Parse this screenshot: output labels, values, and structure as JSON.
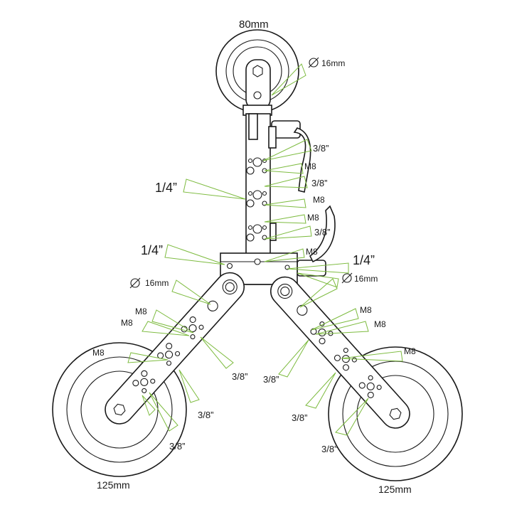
{
  "diagram": {
    "accent_color": "#7dbb3f",
    "line_color": "#1a1a1a",
    "top_wheel": {
      "size_label": "80mm",
      "bore_label": "16mm"
    },
    "left_wheel": {
      "size_label": "125mm"
    },
    "right_wheel": {
      "size_label": "125mm"
    },
    "left_arm": {
      "bore_label": "16mm",
      "mount_labels": [
        "M8",
        "M8",
        "M8",
        "3/8”",
        "3/8”",
        "3/8”"
      ]
    },
    "right_arm": {
      "bore_label": "16mm",
      "mount_labels": [
        "M8",
        "M8",
        "M8",
        "3/8”",
        "3/8”",
        "3/8”"
      ]
    },
    "center_mast": {
      "mount_labels": [
        "3/8”",
        "M8",
        "3/8”",
        "M8",
        "M8",
        "3/8”",
        "M8"
      ],
      "quarter_labels": [
        "1/4”",
        "1/4”",
        "1/4”"
      ]
    }
  }
}
